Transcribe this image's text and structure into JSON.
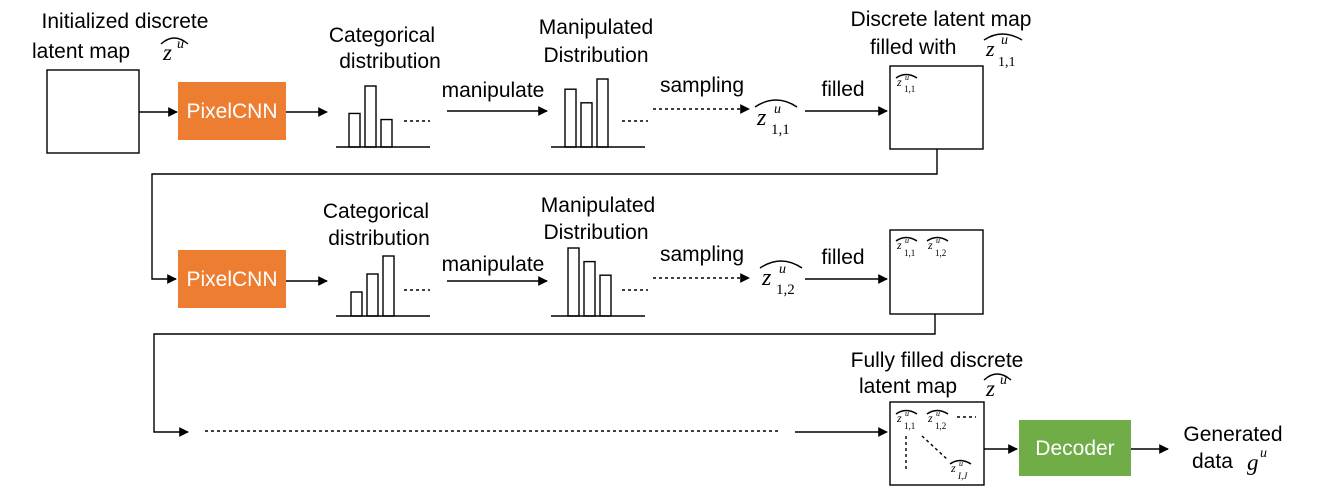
{
  "colors": {
    "pixelcnn": "#ED7D31",
    "decoder": "#70AD47",
    "line": "#000000"
  },
  "row1": {
    "init_label_1": "Initialized discrete",
    "init_label_2": "latent map",
    "z_sym": "z",
    "u_sup": "u",
    "pixelcnn": "PixelCNN",
    "cat_label_1": "Categorical",
    "cat_label_2": "distribution",
    "manipulate": "manipulate",
    "manip_label_1": "Manipulated",
    "manip_label_2": "Distribution",
    "sampling": "sampling",
    "sample_sub": "1,1",
    "filled": "filled",
    "map_label_1": "Discrete latent map",
    "map_label_2": "filled with",
    "map_sub": "1,1",
    "cell_sub": "1,1",
    "hist1_values": [
      0.55,
      1.0,
      0.45
    ],
    "hist2_values": [
      0.85,
      0.65,
      1.0
    ]
  },
  "row2": {
    "pixelcnn": "PixelCNN",
    "cat_label_1": "Categorical",
    "cat_label_2": "distribution",
    "manipulate": "manipulate",
    "manip_label_1": "Manipulated",
    "manip_label_2": "Distribution",
    "sampling": "sampling",
    "sample_sub": "1,2",
    "filled": "filled",
    "cell1_sub": "1,1",
    "cell2_sub": "1,2",
    "hist1_values": [
      0.4,
      0.7,
      1.0
    ],
    "hist2_values": [
      1.0,
      0.8,
      0.6
    ]
  },
  "row3": {
    "map_label_1": "Fully filled discrete",
    "map_label_2": "latent map",
    "cell1_sub": "1,1",
    "cell2_sub": "1,2",
    "cell3_sub": "I,J",
    "decoder": "Decoder",
    "gen_label_1": "Generated",
    "gen_label_2": "data",
    "g_sym": "g"
  }
}
